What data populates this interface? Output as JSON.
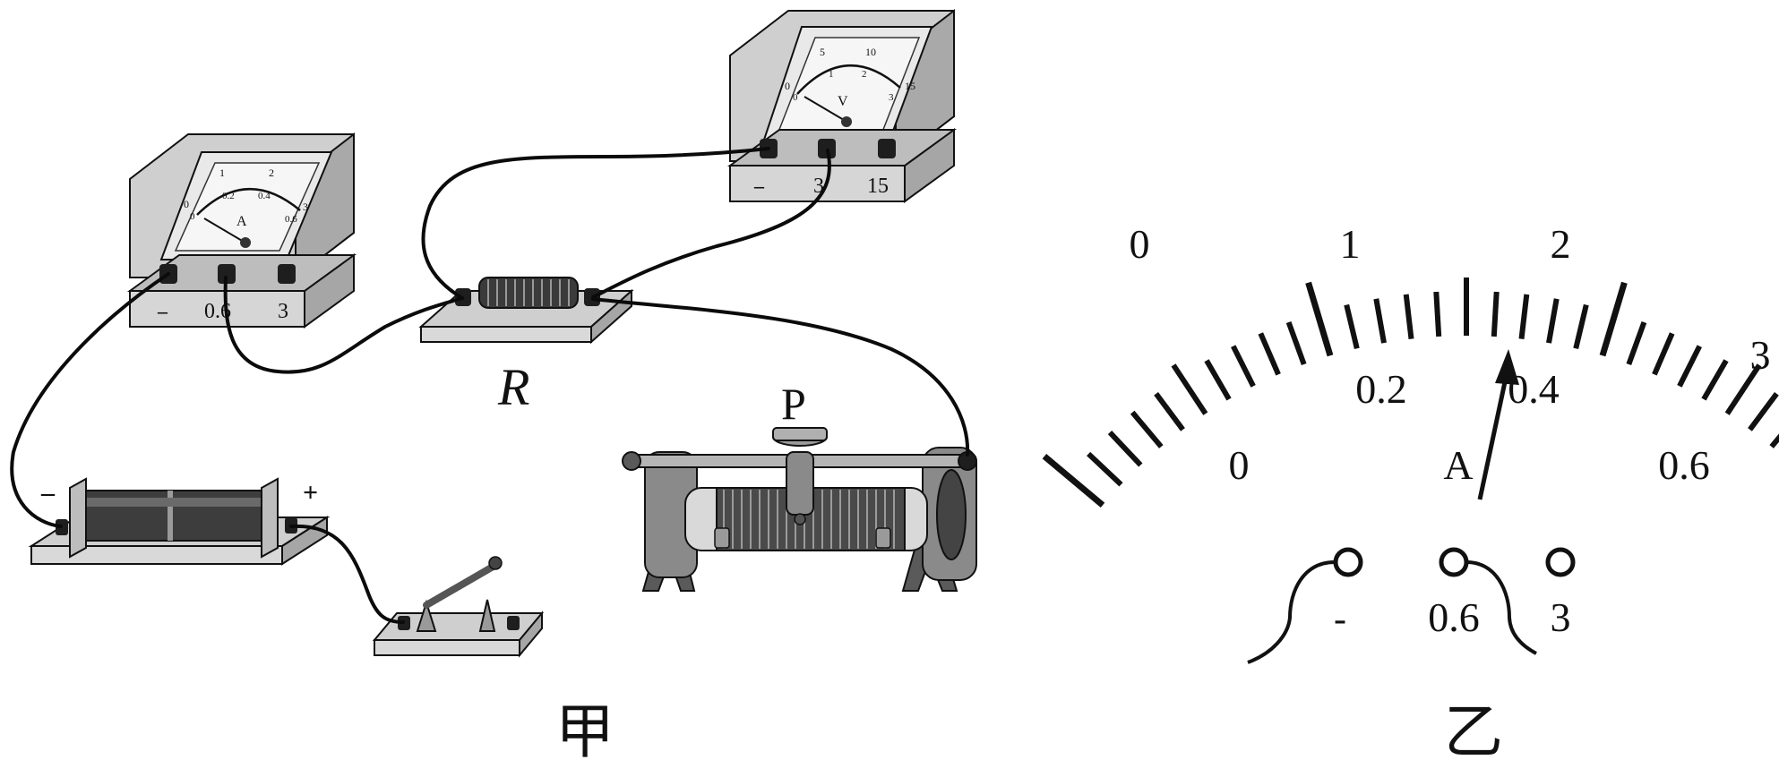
{
  "figure_a": {
    "caption": "甲",
    "ammeter": {
      "symbol": "A",
      "scale_top": [
        "0",
        "1",
        "2",
        "3"
      ],
      "scale_bottom": [
        "0",
        "0.2",
        "0.4",
        "0.6"
      ],
      "terminals": [
        "–",
        "0.6",
        "3"
      ]
    },
    "voltmeter": {
      "symbol": "V",
      "scale_top": [
        "0",
        "5",
        "10",
        "15"
      ],
      "scale_bottom": [
        "0",
        "1",
        "2",
        "3"
      ],
      "terminals": [
        "–",
        "3",
        "15"
      ]
    },
    "resistor_label": "R",
    "rheostat_slider_label": "P",
    "battery_minus": "–",
    "battery_plus": "+"
  },
  "figure_b": {
    "caption": "乙",
    "meter_symbol": "A",
    "scale_top": [
      "0",
      "1",
      "2",
      "3"
    ],
    "scale_bottom": [
      "0",
      "0.2",
      "0.4",
      "0.6"
    ],
    "terminals": [
      "-",
      "0.6",
      "3"
    ],
    "pointer_reading_0_6_range": 0.36
  },
  "colors": {
    "ink": "#111111",
    "panel_face": "#e8e8e8",
    "panel_side": "#bdbdbd",
    "panel_dark": "#8f8f8f",
    "wire": "#0b0b0b"
  }
}
